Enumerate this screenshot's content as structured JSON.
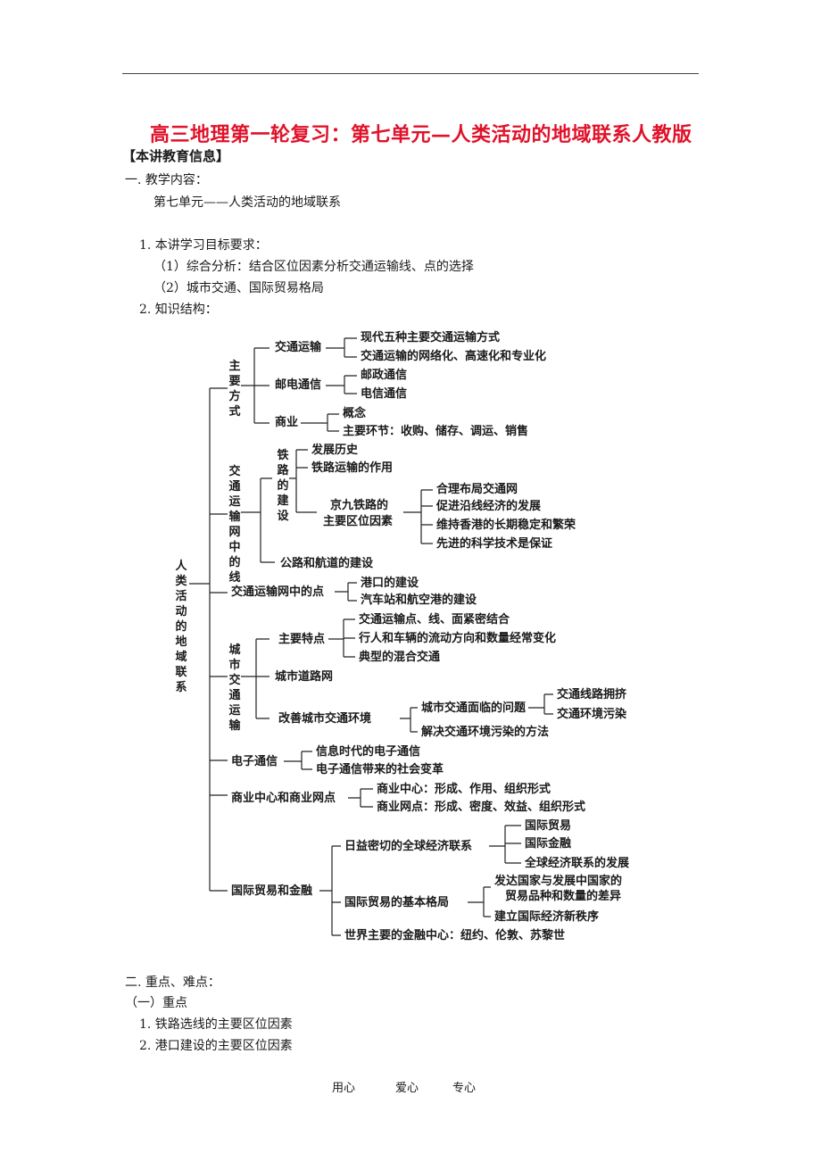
{
  "title": "高三地理第一轮复习：第七单元—人类活动的地域联系人教版",
  "section_info": "【本讲教育信息】",
  "part1": {
    "heading": "一. 教学内容：",
    "content": "第七单元——人类活动的地域联系",
    "goals_heading": "1. 本讲学习目标要求：",
    "goal1": "（1）综合分析：结合区位因素分析交通运输线、点的选择",
    "goal2": "（2）城市交通、国际贸易格局",
    "structure_heading": "2. 知识结构："
  },
  "tree": {
    "root": "人类活动的地域联系",
    "main_modes": "主要方式",
    "transport": "交通运输",
    "transport_a": "现代五种主要交通运输方式",
    "transport_b": "交通运输的网络化、高速化和专业化",
    "post": "邮电通信",
    "post_a": "邮政通信",
    "post_b": "电信通信",
    "commerce": "商业",
    "commerce_a": "概念",
    "commerce_b": "主要环节：收购、储存、调运、销售",
    "lines": "交通运输网中的线",
    "railway": "铁路的建设",
    "rail_a": "发展历史",
    "rail_b": "铁路运输的作用",
    "jingjiu_1": "京九铁路的",
    "jingjiu_2": "主要区位因素",
    "jj_a": "合理布局交通网",
    "jj_b": "促进沿线经济的发展",
    "jj_c": "维持香港的长期稳定和繁荣",
    "jj_d": "先进的科学技术是保证",
    "roads": "公路和航道的建设",
    "points": "交通运输网中的点",
    "points_a": "港口的建设",
    "points_b": "汽车站和航空港的建设",
    "urban": "城市交通运输",
    "features": "主要特点",
    "feat_a": "交通运输点、线、面紧密结合",
    "feat_b": "行人和车辆的流动方向和数量经常变化",
    "feat_c": "典型的混合交通",
    "urban_roads": "城市道路网",
    "improve": "改善城市交通环境",
    "problems": "城市交通面临的问题",
    "prob_a": "交通线路拥挤",
    "prob_b": "交通环境污染",
    "solution": "解决交通环境污染的方法",
    "electronic": "电子通信",
    "elec_a": "信息时代的电子通信",
    "elec_b": "电子通信带来的社会变革",
    "centers": "商业中心和商业网点",
    "cent_a": "商业中心：形成、作用、组织形式",
    "cent_b": "商业网点：形成、密度、效益、组织形式",
    "trade": "国际贸易和金融",
    "global": "日益密切的全球经济联系",
    "glob_a": "国际贸易",
    "glob_b": "国际金融",
    "glob_c": "全球经济联系的发展",
    "pattern": "国际贸易的基本格局",
    "pat_a1": "发达国家与发展中国家的",
    "pat_a2": "贸易品种和数量的差异",
    "pat_b": "建立国际经济新秩序",
    "finance": "世界主要的金融中心：纽约、伦敦、苏黎世"
  },
  "part2": {
    "heading": "二. 重点、难点：",
    "sub": "（一）重点",
    "item1": "1. 铁路选线的主要区位因素",
    "item2": "2. 港口建设的主要区位因素"
  },
  "footer": {
    "a": "用心",
    "b": "爱心",
    "c": "专心"
  }
}
